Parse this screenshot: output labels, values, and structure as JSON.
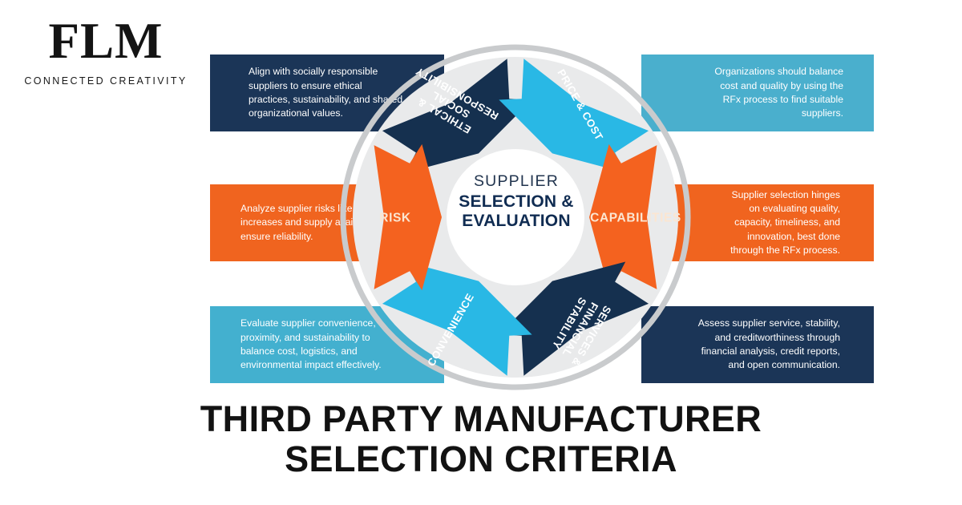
{
  "brand": {
    "logo_text": "FLM",
    "tagline": "CONNECTED CREATIVITY"
  },
  "title": {
    "line1": "THIRD PARTY MANUFACTURER",
    "line2": "SELECTION CRITERIA"
  },
  "center": {
    "eyebrow": "SUPPLIER",
    "line1": "SELECTION &",
    "line2": "EVALUATION"
  },
  "colors": {
    "navy": "#15304f",
    "navy_dark": "#102b4e",
    "orange": "#f4621f",
    "orange_dark": "#d8540f",
    "cyan": "#29b8e5",
    "teal": "#4aafcd",
    "ring_gray": "#c9cbcd",
    "inner_gray": "#e9eaeb",
    "white": "#ffffff",
    "label_cream": "#fbe6d2",
    "title_black": "#121212"
  },
  "wheel": {
    "segments": [
      {
        "id": "ethical-social-responsibility",
        "label": "ETHICAL & SOCIAL RESPONSIBILITY",
        "label_lines": [
          "ETHICAL &",
          "SOCIAL",
          "RESPONSIBILITY"
        ],
        "color": "#15304f",
        "position": "top-left"
      },
      {
        "id": "price-cost",
        "label": "PRICE & COST",
        "label_lines": [
          "PRICE & COST"
        ],
        "color": "#29b8e5",
        "position": "top-right"
      },
      {
        "id": "capabilities",
        "label": "CAPABILITIES",
        "label_lines": [
          "CAPABILITIES"
        ],
        "color": "#f4621f",
        "position": "right"
      },
      {
        "id": "services-financial-stability",
        "label": "SERVICES & FINANCIAL STABILITY",
        "label_lines": [
          "SERVICES &",
          "FINANCIAL",
          "STABILITY"
        ],
        "color": "#15304f",
        "position": "bottom-right"
      },
      {
        "id": "convenience",
        "label": "CONVENIENCE",
        "label_lines": [
          "CONVENIENCE"
        ],
        "color": "#29b8e5",
        "position": "bottom-left"
      },
      {
        "id": "risk",
        "label": "RISK",
        "label_lines": [
          "RISK"
        ],
        "color": "#f4621f",
        "position": "left"
      }
    ]
  },
  "callouts": {
    "top_left": {
      "text": "Align with socially responsible suppliers to ensure ethical practices, sustainability, and shared organizational values.",
      "color": "#1b3557",
      "align": "left"
    },
    "top_right": {
      "text": "Organizations should balance cost and quality by using the RFx process to find suitable suppliers.",
      "color": "#4aafcd",
      "align": "right"
    },
    "middle_left": {
      "text": "Analyze supplier risks like price increases and supply availability to ensure reliability.",
      "color": "#f0641f",
      "align": "left"
    },
    "middle_right": {
      "text": "Supplier selection hinges on evaluating quality, capacity, timeliness, and innovation, best done through the RFx process.",
      "color": "#f0641f",
      "align": "right"
    },
    "bottom_left": {
      "text": "Evaluate supplier convenience, proximity, and sustainability to balance cost, logistics, and environmental impact effectively.",
      "color": "#43b0cf",
      "align": "left"
    },
    "bottom_right": {
      "text": "Assess supplier service, stability, and creditworthiness through financial analysis, credit reports, and open communication.",
      "color": "#1b3557",
      "align": "right"
    }
  }
}
